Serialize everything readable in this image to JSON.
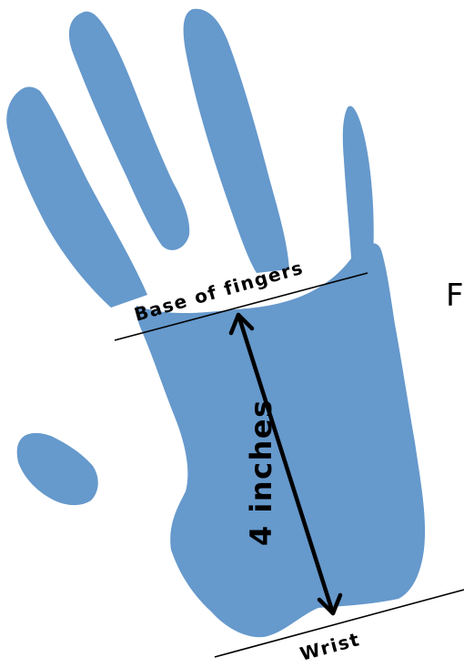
{
  "labels": {
    "base": "Base of fingers",
    "measurement": "4 inches",
    "wrist": "Wrist",
    "edge_text": "F"
  },
  "colors": {
    "hand": "#6699CC",
    "lines": "#000000",
    "background": "#FFFFFF"
  }
}
